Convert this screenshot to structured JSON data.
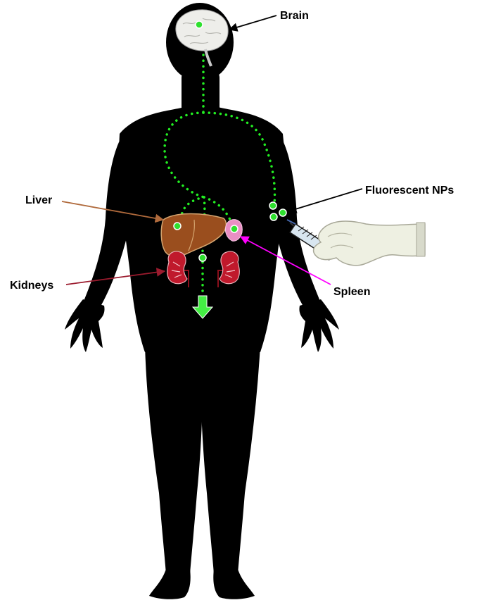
{
  "labels": {
    "brain": "Brain",
    "liver": "Liver",
    "kidneys": "Kidneys",
    "spleen": "Spleen",
    "fluorescent_nps": "Fluorescent NPs"
  },
  "colors": {
    "background": "#ffffff",
    "body_silhouette": "#000000",
    "nanoparticle_green": "#2fe02f",
    "dotted_path": "#22ee22",
    "liver_brown": "#9a4e1e",
    "liver_arrow": "#b06a3c",
    "kidney_red": "#c0192c",
    "kidney_arrow": "#9b1b2e",
    "spleen_pink": "#ea8fc4",
    "spleen_arrow": "#ff00ff",
    "brain_gray": "#eeeeea",
    "glove": "#eef0e2",
    "label_text": "#000000"
  },
  "icons": {
    "brain": "brain-icon",
    "liver": "liver-icon",
    "kidney": "kidney-icon",
    "spleen": "spleen-icon",
    "syringe": "syringe-icon",
    "gloved_hand": "gloved-hand-icon",
    "excretion": "down-arrow-icon"
  }
}
